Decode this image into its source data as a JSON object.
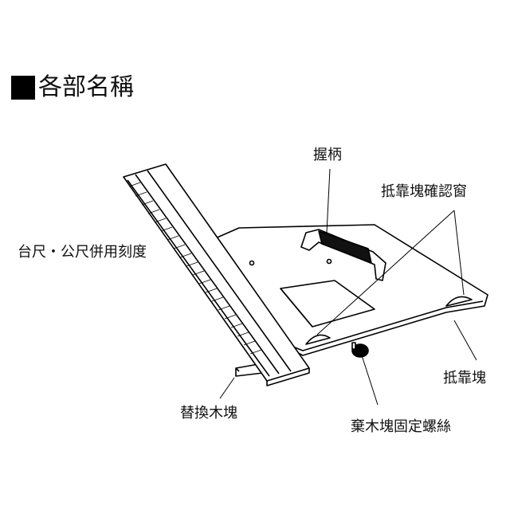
{
  "title": "各部名稱",
  "labels": {
    "handle": "握柄",
    "stop_block_window": "抵靠塊確認窗",
    "scale": "台尺・公尺併用刻度",
    "stop_block": "抵靠塊",
    "replacement_block": "替換木塊",
    "screw": "棄木塊固定螺絲"
  }
}
